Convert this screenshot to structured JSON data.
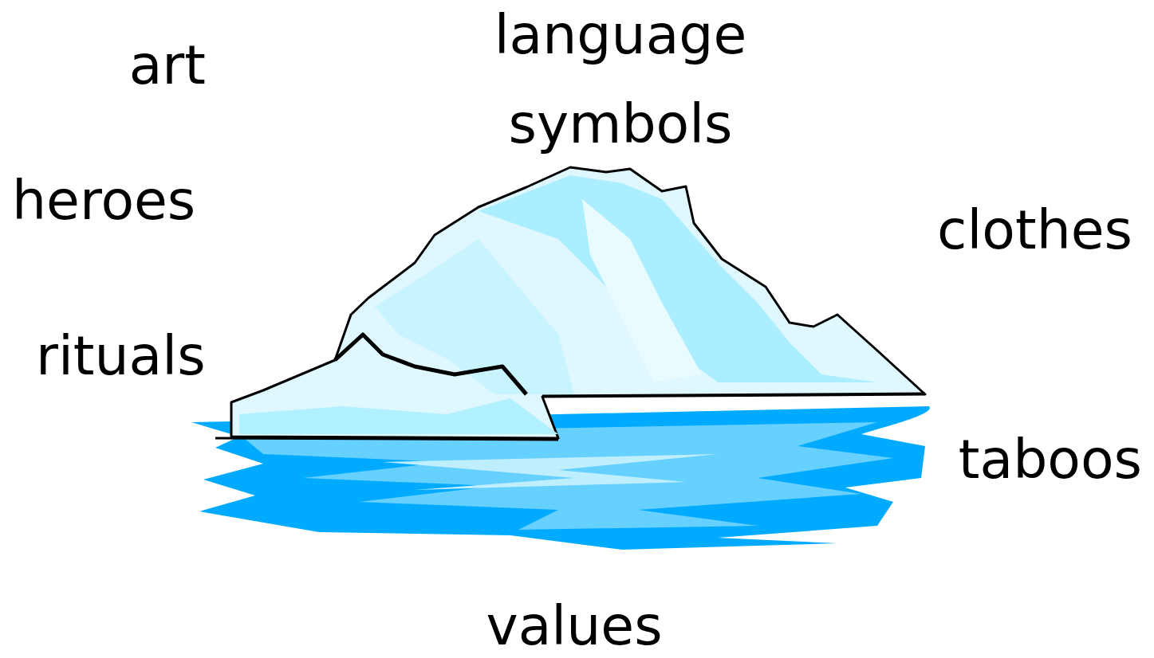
{
  "diagram": {
    "labels": [
      "language",
      "art",
      "symbols",
      "heroes",
      "clothes",
      "rituals",
      "taboos",
      "values"
    ]
  }
}
